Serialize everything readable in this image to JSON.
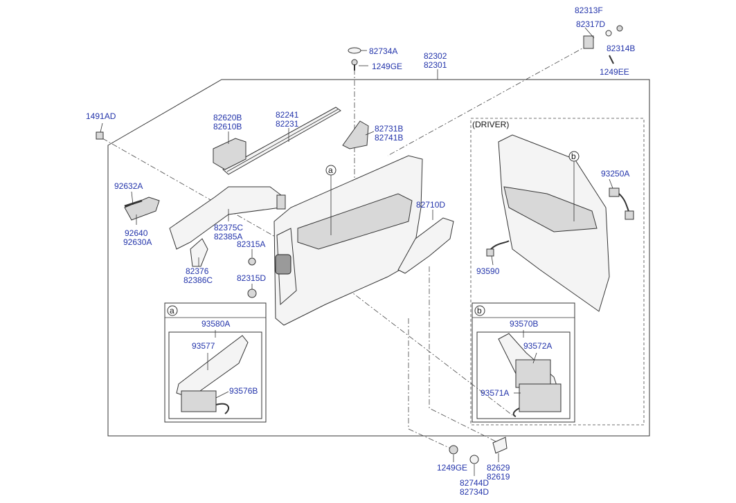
{
  "labels": {
    "l82313F": "82313F",
    "l82317D": "82317D",
    "l82314B": "82314B",
    "l1249EE": "1249EE",
    "l82734A": "82734A",
    "l1249GE_top": "1249GE",
    "l82302": "82302",
    "l82301": "82301",
    "l1491AD": "1491AD",
    "l82620B": "82620B",
    "l82610B": "82610B",
    "l82241": "82241",
    "l82231": "82231",
    "l82731B": "82731B",
    "l82741B": "82741B",
    "l92632A": "92632A",
    "l92640": "92640",
    "l92630A": "92630A",
    "l82375C": "82375C",
    "l82385A": "82385A",
    "l82315A": "82315A",
    "l82376": "82376",
    "l82386C": "82386C",
    "l82315D": "82315D",
    "l82710D": "82710D",
    "l93250A": "93250A",
    "l93590": "93590",
    "l93580A": "93580A",
    "l93577": "93577",
    "l93576B": "93576B",
    "l93570B": "93570B",
    "l93572A": "93572A",
    "l93571A": "93571A",
    "l1249GE_bot": "1249GE",
    "l82744D": "82744D",
    "l82734D": "82734D",
    "l82629": "82629",
    "l82619": "82619"
  },
  "callouts": {
    "driver": "(DRIVER)",
    "a": "a",
    "b": "b",
    "box_a": "a",
    "box_b": "b"
  }
}
